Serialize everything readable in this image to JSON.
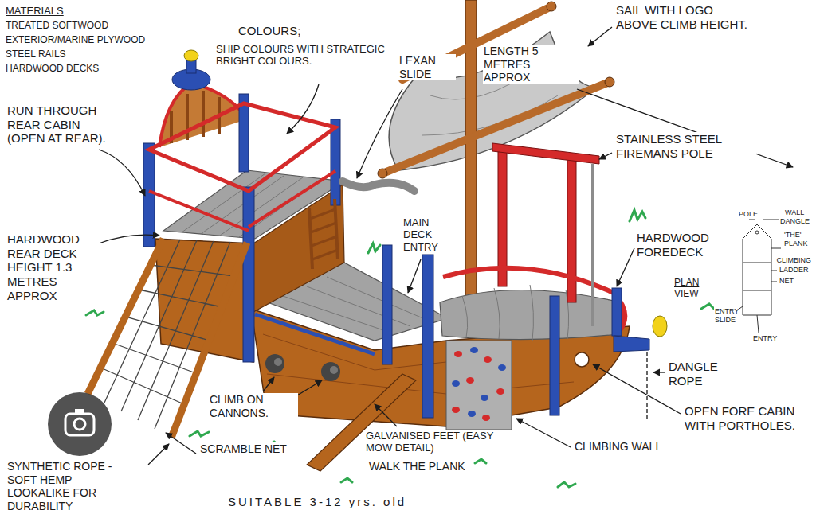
{
  "diagram": {
    "labels": [
      "MATERIALS",
      "TREATED SOFTWOOD",
      "EXTERIOR/MARINE PLYWOOD",
      "STEEL RAILS",
      "HARDWOOD DECKS",
      "COLOURS;",
      "SHIP COLOURS WITH STRATEGIC BRIGHT COLOURS.",
      "SAIL WITH LOGO ABOVE CLIMB HEIGHT.",
      "LEXAN SLIDE",
      "LENGTH 5 METRES APPROX",
      "STAINLESS STEEL FIREMANS POLE",
      "RUN THROUGH REAR CABIN (OPEN AT REAR).",
      "HARDWOOD REAR DECK HEIGHT 1.3 METRES APPROX",
      "MAIN DECK ENTRY",
      "HARDWOOD FOREDECK",
      "PLAN VIEW",
      "POLE",
      "WALL",
      "DANGLE",
      "'THE' PLANK",
      "CLIMBING",
      "LADDER",
      "NET",
      "ENTRY",
      "SLIDE",
      "ENTRY",
      "DANGLE ROPE",
      "OPEN FORE CABIN WITH PORTHOLES.",
      "CLIMBING WALL",
      "CLIMB ON CANNONS.",
      "SCRAMBLE NET",
      "GALVANISED FEET (EASY MOW DETAIL)",
      "WALK THE PLANK",
      "SYNTHETIC ROPE - SOFT HEMP LOOKALIKE FOR DURABILITY",
      "SUITABLE 3-12 yrs. old"
    ]
  }
}
